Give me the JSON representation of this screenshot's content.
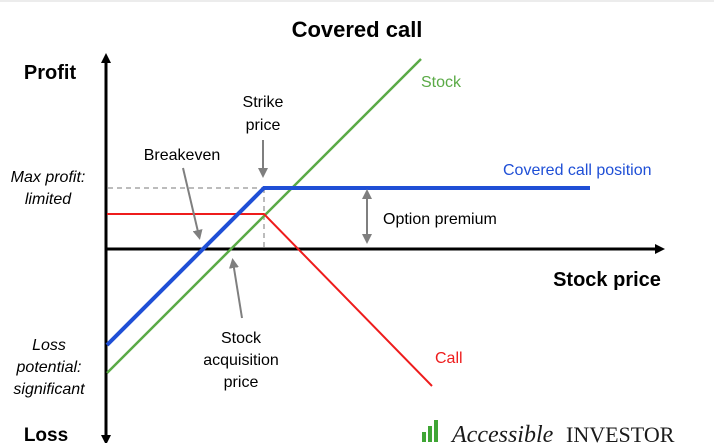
{
  "title": "Covered call",
  "axes": {
    "y_top_label": "Profit",
    "y_bottom_label": "Loss",
    "x_label": "Stock price"
  },
  "side_labels": {
    "max_profit_line1": "Max profit:",
    "max_profit_line2": "limited",
    "loss_line1": "Loss",
    "loss_line2": "potential:",
    "loss_line3": "significant"
  },
  "annotations": {
    "strike_line1": "Strike",
    "strike_line2": "price",
    "breakeven": "Breakeven",
    "acquisition_line1": "Stock",
    "acquisition_line2": "acquisition",
    "acquisition_line3": "price",
    "option_premium": "Option premium"
  },
  "series_labels": {
    "stock": "Stock",
    "covered_call": "Covered call position",
    "call": "Call"
  },
  "colors": {
    "stock": "#5aaa46",
    "covered_call": "#1f4fd6",
    "call": "#ee1c1c",
    "axis": "#000000",
    "annotation_arrow": "#7f7f7f",
    "guide_dashed": "#a6a6a6",
    "logo_accent": "#3fa535"
  },
  "logo": {
    "script_word": "Accessible",
    "caps_word": "INVESTOR"
  }
}
